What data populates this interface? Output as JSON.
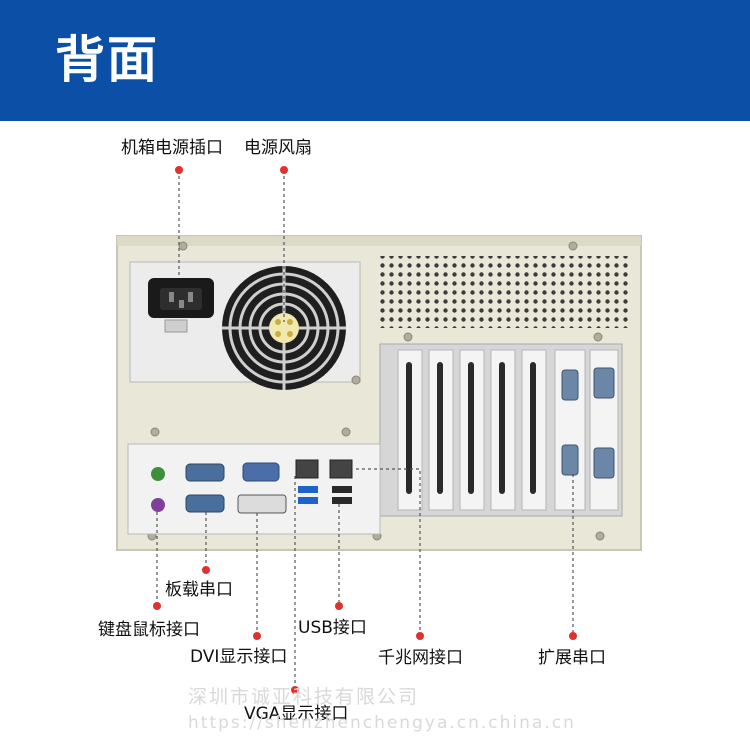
{
  "header": {
    "title": "背面"
  },
  "labels": {
    "power_socket": "机箱电源插口",
    "power_fan": "电源风扇",
    "onboard_serial": "板载串口",
    "ps2_port": "键盘鼠标接口",
    "usb_port": "USB接口",
    "dvi_port": "DVI显示接口",
    "gigabit_lan": "千兆网接口",
    "expansion_serial": "扩展串口",
    "vga_port": "VGA显示接口"
  },
  "watermark": {
    "company": "深圳市诚亚科技有限公司",
    "url": "https://shenzhenchengya.cn.china.cn"
  },
  "colors": {
    "header_bg": "#0b4fa6",
    "callout_dot": "#e0312f",
    "chassis": "#e9e7d8"
  }
}
